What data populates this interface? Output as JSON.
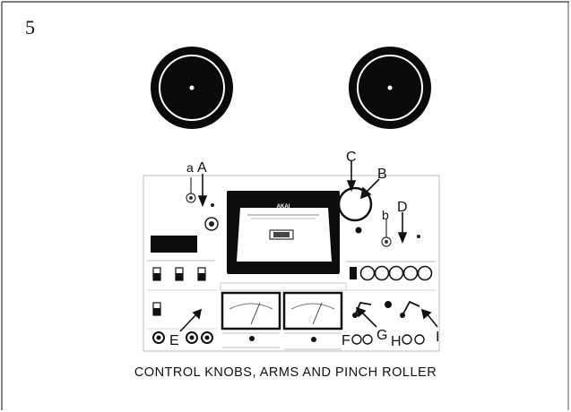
{
  "figure": {
    "number": "5",
    "caption": "CONTROL KNOBS, ARMS AND PINCH ROLLER"
  },
  "device": {
    "brand": "AKAI"
  },
  "labels": {
    "a": "a",
    "A": "A",
    "C": "C",
    "B": "B",
    "b": "b",
    "D": "D",
    "E": "E",
    "F": "F",
    "G": "G",
    "H": "H",
    "I": "I"
  }
}
